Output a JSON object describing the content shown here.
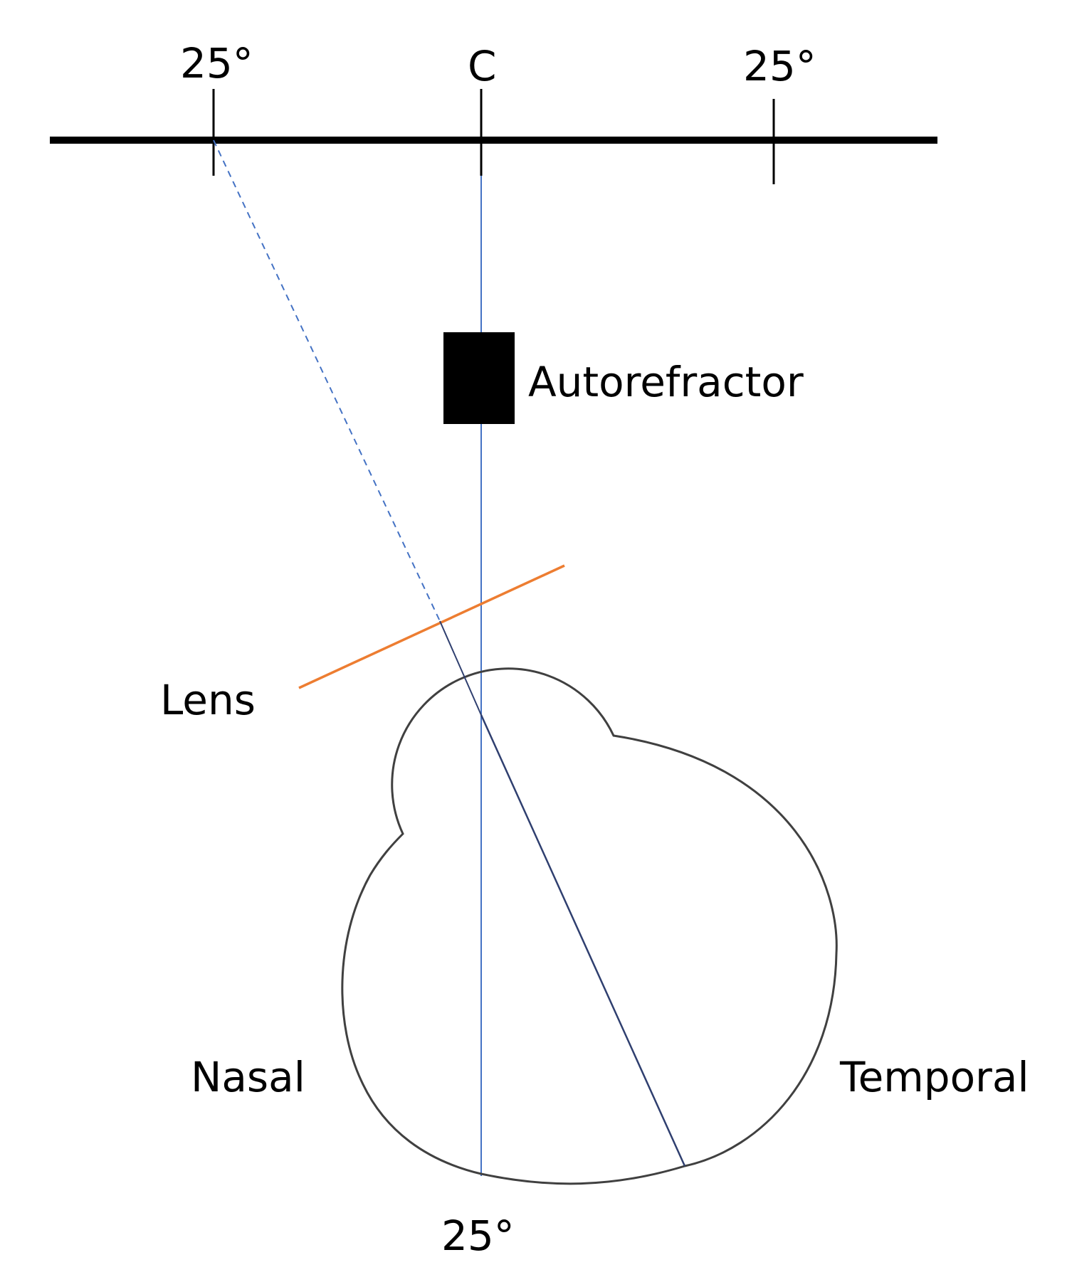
{
  "labels": {
    "fixation_left": "25°",
    "fixation_center": "C",
    "fixation_right": "25°",
    "instrument": "Autorefractor",
    "lens": "Lens",
    "nasal": "Nasal",
    "temporal": "Temporal",
    "retina_angle": "25°"
  },
  "colors": {
    "scale_bar": "#000000",
    "visual_axis": "#4472c4",
    "refracted_ray": "#2f3f6f",
    "lens": "#ed7d31",
    "eye_outline": "#404040",
    "instrument": "#000000"
  },
  "angles": {
    "eccentricity_deg": 25
  }
}
